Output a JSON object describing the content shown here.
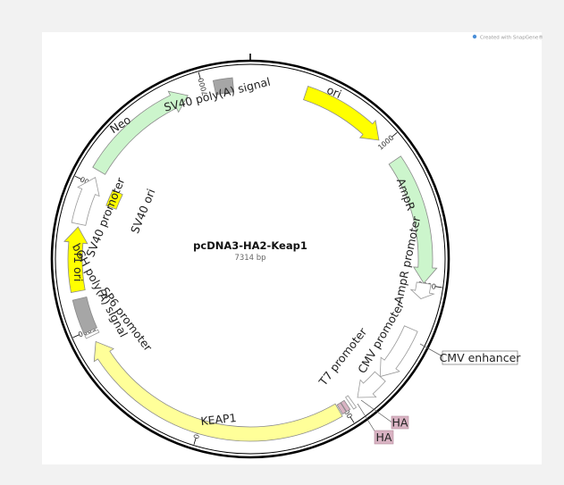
{
  "watermark": "Created with SnapGene®",
  "plasmid": {
    "name": "pcDNA3-HA2-Keap1",
    "size_label": "7314 bp",
    "total_bp": 7314
  },
  "ticks": [
    {
      "bp": 1000,
      "label": "1000"
    },
    {
      "bp": 2000,
      "label": "2000"
    },
    {
      "bp": 3000,
      "label": "3000"
    },
    {
      "bp": 4000,
      "label": "4000"
    },
    {
      "bp": 5000,
      "label": "5000"
    },
    {
      "bp": 6000,
      "label": "6000"
    },
    {
      "bp": 7000,
      "label": "7000"
    }
  ],
  "features": [
    {
      "id": "ori",
      "name": "ori",
      "start": 375,
      "end": 960,
      "color": "#ffff00"
    },
    {
      "id": "ampr",
      "name": "AmpR",
      "start": 1130,
      "end": 1990,
      "color": "#ccf5cc"
    },
    {
      "id": "ampr-promoter",
      "name": "AmpR promoter",
      "start": 1990,
      "end": 2095,
      "color": "#ffffff"
    },
    {
      "id": "cmv-enhancer",
      "name": "CMV enhancer",
      "start": 2305,
      "end": 2685,
      "color": "#ffffff"
    },
    {
      "id": "cmv-promoter",
      "name": "CMV promoter",
      "start": 2685,
      "end": 2890,
      "color": "#ffffff"
    },
    {
      "id": "t7-promoter",
      "name": "T7 promoter",
      "start": 2935,
      "end": 2955,
      "color": "#ffffff"
    },
    {
      "id": "ha-1",
      "name": "HA",
      "start": 2975,
      "end": 3002,
      "color": "#d9b3c3"
    },
    {
      "id": "ha-2",
      "name": "HA",
      "start": 3005,
      "end": 3032,
      "color": "#d9b3c3"
    },
    {
      "id": "keap1",
      "name": "KEAP1",
      "start": 3040,
      "end": 4914,
      "color": "#ffff99"
    },
    {
      "id": "sp6-promoter",
      "name": "SP6 promoter",
      "start": 4960,
      "end": 4980,
      "color": "#ffffff"
    },
    {
      "id": "bgh-polya",
      "name": "bGH poly(A) signal",
      "start": 4995,
      "end": 5220,
      "color": "#a6a6a6"
    },
    {
      "id": "f1-ori",
      "name": "f1 ori",
      "start": 5270,
      "end": 5700,
      "color": "#ffff00"
    },
    {
      "id": "sv40-promoter",
      "name": "SV40 promoter",
      "start": 5720,
      "end": 6050,
      "color": "#ffffff"
    },
    {
      "id": "sv40-ori",
      "name": "SV40 ori",
      "start": 5900,
      "end": 6030,
      "color": "#ffff00"
    },
    {
      "id": "neo",
      "name": "Neo",
      "start": 6100,
      "end": 6890,
      "color": "#ccf5cc"
    },
    {
      "id": "sv40-polya",
      "name": "SV40 poly(A) signal",
      "start": 7075,
      "end": 7200,
      "color": "#a6a6a6"
    }
  ]
}
